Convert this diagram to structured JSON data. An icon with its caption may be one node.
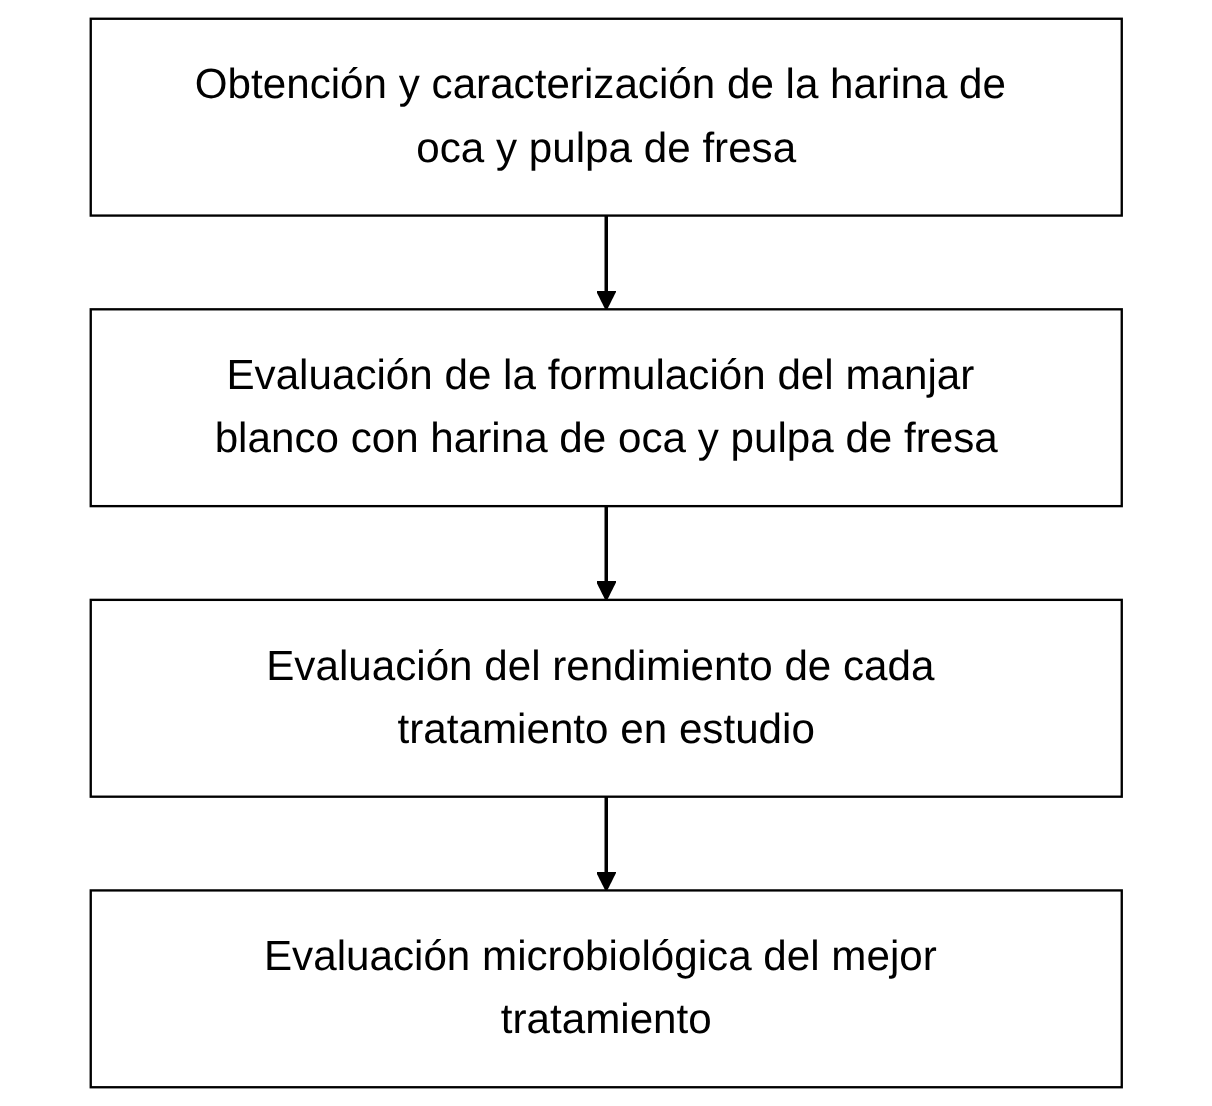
{
  "diagram": {
    "nodes": [
      {
        "text": [
          "Obtención y caracterización de la harina de oca y pulpa de fresa"
        ]
      },
      {
        "text": [
          "Evaluación de la formulación del manjar blanco con harina de oca y pulpa de fresa"
        ]
      },
      {
        "text": [
          "Evaluación del rendimiento de cada tratamiento en estudio"
        ]
      },
      {
        "text": [
          "Evaluación microbiológica del mejor tratamiento"
        ]
      }
    ],
    "edges": [
      {
        "from": 0,
        "to": 1,
        "arrow": "to"
      },
      {
        "from": 1,
        "to": 2,
        "arrow": "to"
      },
      {
        "from": 2,
        "to": 3,
        "arrow": "to"
      }
    ]
  }
}
